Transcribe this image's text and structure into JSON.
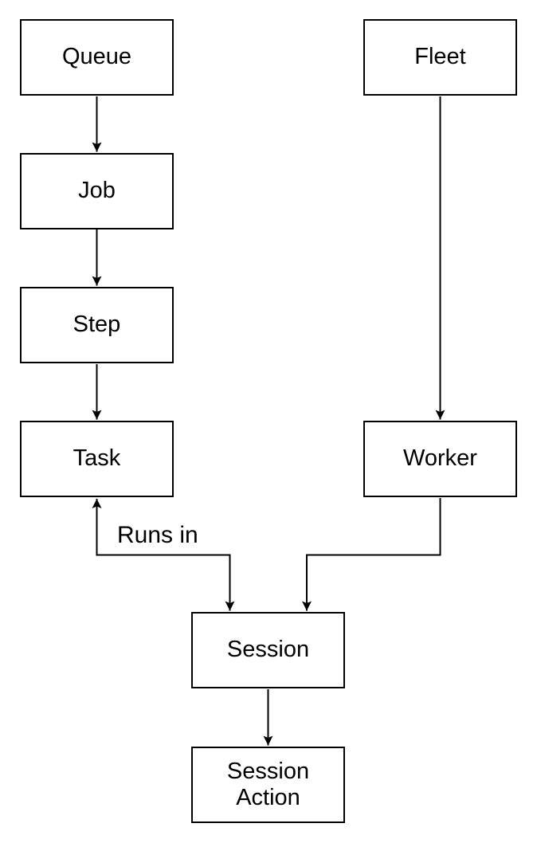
{
  "diagram": {
    "type": "flowchart",
    "colors": {
      "stroke": "#000000",
      "node_fill": "#ffffff",
      "text": "#000000",
      "canvas_background": "#ffffff"
    },
    "nodes": {
      "queue": {
        "label": "Queue"
      },
      "job": {
        "label": "Job"
      },
      "step": {
        "label": "Step"
      },
      "task": {
        "label": "Task"
      },
      "fleet": {
        "label": "Fleet"
      },
      "worker": {
        "label": "Worker"
      },
      "session": {
        "label": "Session"
      },
      "session_action": {
        "label": "Session Action"
      }
    },
    "edges": [
      {
        "from": "Queue",
        "to": "Job",
        "label": "",
        "arrow": "end"
      },
      {
        "from": "Job",
        "to": "Step",
        "label": "",
        "arrow": "end"
      },
      {
        "from": "Step",
        "to": "Task",
        "label": "",
        "arrow": "end"
      },
      {
        "from": "Fleet",
        "to": "Worker",
        "label": "",
        "arrow": "end"
      },
      {
        "from": "Session",
        "to": "Task",
        "label": "Runs in",
        "arrow": "both"
      },
      {
        "from": "Worker",
        "to": "Session",
        "label": "",
        "arrow": "end"
      },
      {
        "from": "Session",
        "to": "Session Action",
        "label": "",
        "arrow": "end"
      }
    ]
  }
}
